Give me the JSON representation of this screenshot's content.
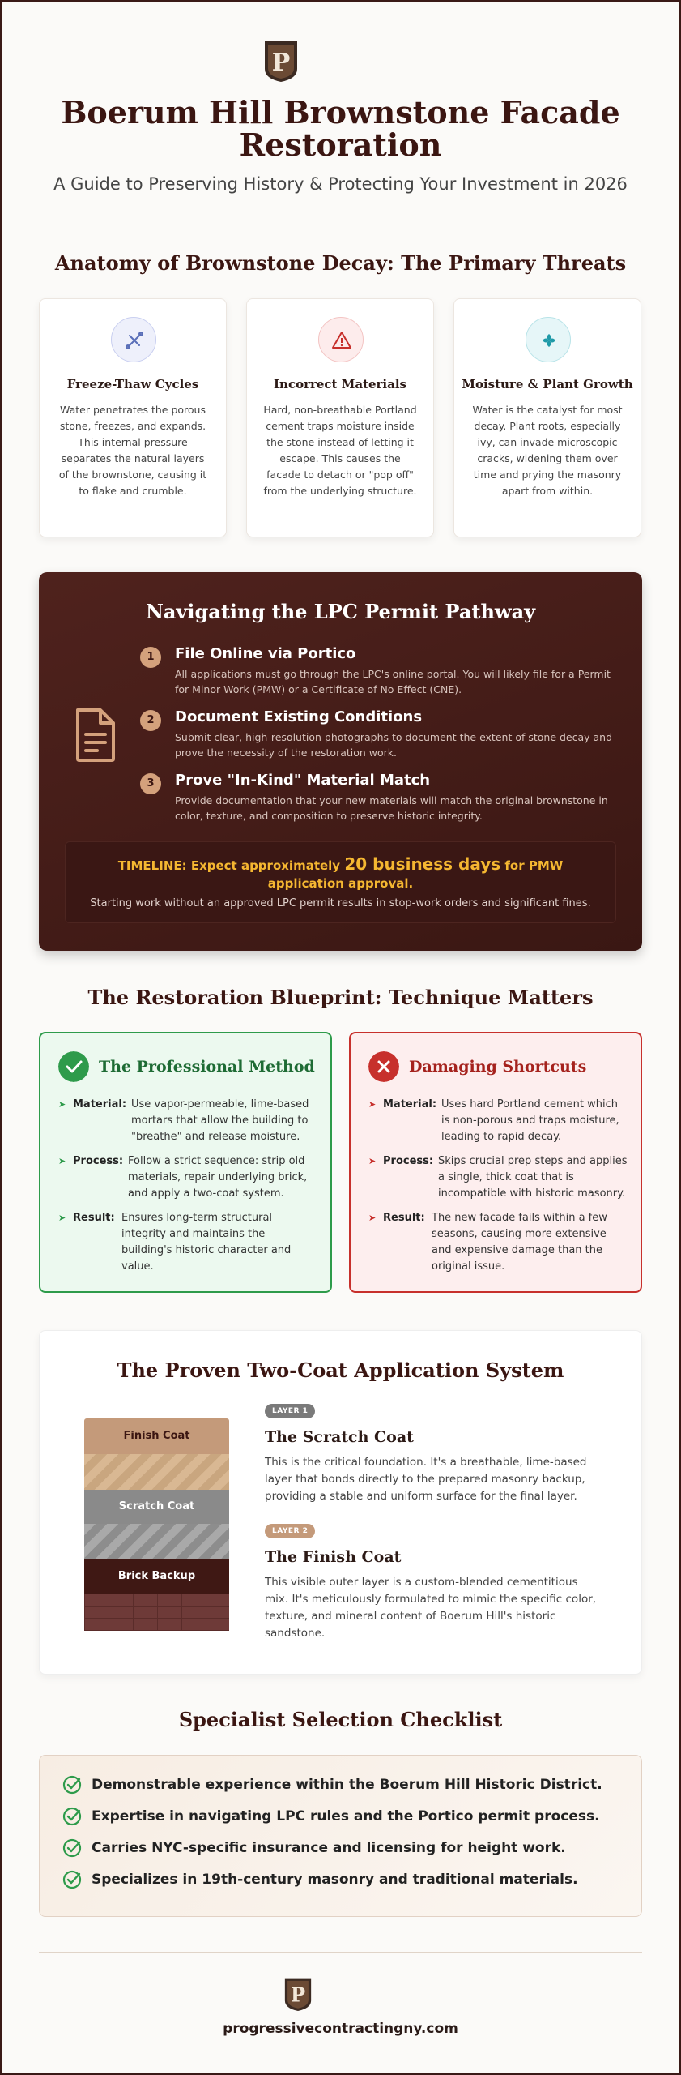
{
  "header": {
    "title": "Boerum Hill Brownstone Facade Restoration",
    "subtitle": "A Guide to Preserving History & Protecting Your Investment in 2026"
  },
  "threats": {
    "title": "Anatomy of Brownstone Decay: The Primary Threats",
    "cards": [
      {
        "icon": "snowflake-icon",
        "title": "Freeze-Thaw Cycles",
        "text": "Water penetrates the porous stone, freezes, and expands. This internal pressure separates the natural layers of the brownstone, causing it to flake and crumble.",
        "color": "#5a6fb8",
        "bg": "#eef0fb"
      },
      {
        "icon": "warning-icon",
        "title": "Incorrect Materials",
        "text": "Hard, non-breathable Portland cement traps moisture inside the stone instead of letting it escape. This causes the facade to detach or \"pop off\" from the underlying structure.",
        "color": "#c7302c",
        "bg": "#fdecec"
      },
      {
        "icon": "plant-icon",
        "title": "Moisture & Plant Growth",
        "text": "Water is the catalyst for most decay. Plant roots, especially ivy, can invade microscopic cracks, widening them over time and prying the masonry apart from within.",
        "color": "#1f9aa8",
        "bg": "#e6f6f8"
      }
    ]
  },
  "permit": {
    "title": "Navigating the LPC Permit Pathway",
    "steps": [
      {
        "num": "1",
        "title": "File Online via Portico",
        "text": "All applications must go through the LPC's online portal. You will likely file for a Permit for Minor Work (PMW) or a Certificate of No Effect (CNE)."
      },
      {
        "num": "2",
        "title": "Document Existing Conditions",
        "text": "Submit clear, high-resolution photographs to document the extent of stone decay and prove the necessity of the restoration work."
      },
      {
        "num": "3",
        "title": "Prove \"In-Kind\" Material Match",
        "text": "Provide documentation that your new materials will match the original brownstone in color, texture, and composition to preserve historic integrity."
      }
    ],
    "timeline": {
      "prefix": "TIMELINE: Expect approximately",
      "highlight": "20 business days",
      "suffix": "for PMW application approval.",
      "note": "Starting work without an approved LPC permit results in stop-work orders and significant fines."
    }
  },
  "blueprint": {
    "title": "The Restoration Blueprint: Technique Matters",
    "professional": {
      "title": "The Professional Method",
      "items": [
        {
          "label": "Material:",
          "text": "Use vapor-permeable, lime-based mortars that allow the building to \"breathe\" and release moisture."
        },
        {
          "label": "Process:",
          "text": "Follow a strict sequence: strip old materials, repair underlying brick, and apply a two-coat system."
        },
        {
          "label": "Result:",
          "text": "Ensures long-term structural integrity and maintains the building's historic character and value."
        }
      ]
    },
    "shortcuts": {
      "title": "Damaging Shortcuts",
      "items": [
        {
          "label": "Material:",
          "text": "Uses hard Portland cement which is non-porous and traps moisture, leading to rapid decay."
        },
        {
          "label": "Process:",
          "text": "Skips crucial prep steps and applies a single, thick coat that is incompatible with historic masonry."
        },
        {
          "label": "Result:",
          "text": "The new facade fails within a few seasons, causing more extensive and expensive damage than the original issue."
        }
      ]
    }
  },
  "two_coat": {
    "title": "The Proven Two-Coat Application System",
    "diagram_labels": {
      "finish": "Finish Coat",
      "scratch": "Scratch Coat",
      "backup": "Brick Backup"
    },
    "layers": [
      {
        "pill": "LAYER 1",
        "title": "The Scratch Coat",
        "text": "This is the critical foundation. It's a breathable, lime-based layer that bonds directly to the prepared masonry backup, providing a stable and uniform surface for the final layer.",
        "pill_color": "#7a7a7a"
      },
      {
        "pill": "LAYER 2",
        "title": "The Finish Coat",
        "text": "This visible outer layer is a custom-blended cementitious mix. It's meticulously formulated to mimic the specific color, texture, and mineral content of Boerum Hill's historic sandstone.",
        "pill_color": "#c49a7a"
      }
    ]
  },
  "checklist": {
    "title": "Specialist Selection Checklist",
    "items": [
      "Demonstrable experience within the Boerum Hill Historic District.",
      "Expertise in navigating LPC rules and the Portico permit process.",
      "Carries NYC-specific insurance and licensing for height work.",
      "Specializes in 19th-century masonry and traditional materials."
    ]
  },
  "footer": {
    "domain": "progressivecontractingny.com"
  },
  "colors": {
    "brand": "#3b1612",
    "accent": "#d4a17c",
    "good": "#2e9b4b",
    "bad": "#c7302c",
    "timeline": "#f5b731"
  }
}
